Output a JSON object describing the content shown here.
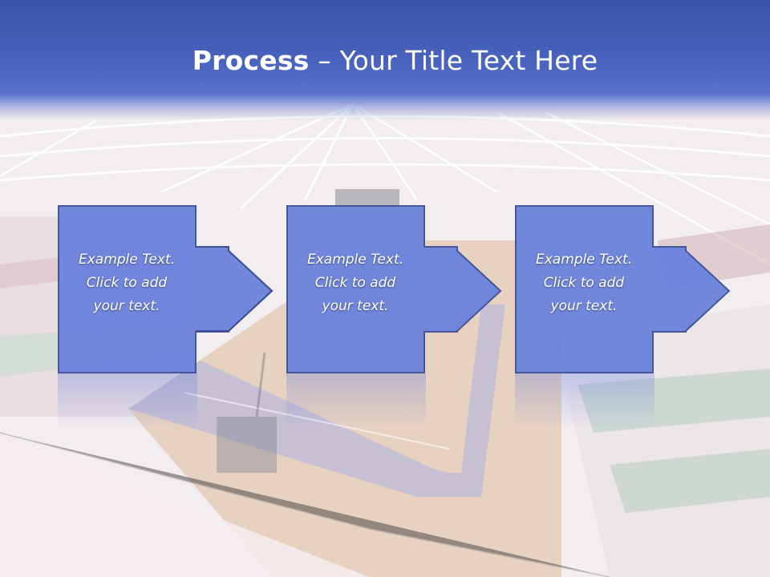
{
  "title": {
    "bold": "Process",
    "rest": " – Your Title Text Here"
  },
  "steps": [
    {
      "line1": "Example Text.",
      "line2": "Click  to add",
      "line3": "your text."
    },
    {
      "line1": "Example Text.",
      "line2": "Click  to add",
      "line3": "your text."
    },
    {
      "line1": "Example Text.",
      "line2": "Click  to add",
      "line3": "your text."
    }
  ],
  "colors": {
    "title_bar": "#4a64c0",
    "box_fill": "#6a82dc",
    "box_stroke": "#3e4f96",
    "court_blue": "#7b8ad6",
    "wood": "#d8b79b"
  }
}
